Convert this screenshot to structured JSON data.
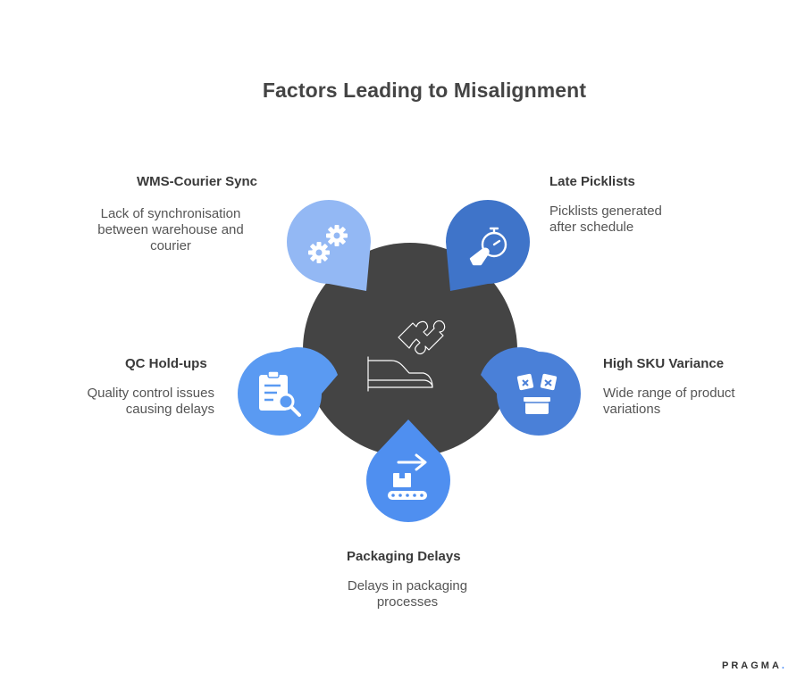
{
  "title": "Factors Leading to Misalignment",
  "factors": [
    {
      "heading": "WMS-Courier Sync",
      "description": "Lack of synchronisation between warehouse and courier",
      "icon": "gears-icon",
      "color": "#93b8f4"
    },
    {
      "heading": "Late Picklists",
      "description": "Picklists generated after schedule",
      "icon": "stopwatch-hand-icon",
      "color": "#3f74c9"
    },
    {
      "heading": "High SKU Variance",
      "description": "Wide range of product variations",
      "icon": "product-variants-icon",
      "color": "#4a80d8"
    },
    {
      "heading": "Packaging Delays",
      "description": "Delays in packaging processes",
      "icon": "conveyor-package-icon",
      "color": "#4f8ff0"
    },
    {
      "heading": "QC Hold-ups",
      "description": "Quality control issues causing delays",
      "icon": "clipboard-search-icon",
      "color": "#5a9af2"
    }
  ],
  "center": {
    "icon": "puzzle-hand-icon",
    "color": "#444444"
  },
  "brand": {
    "name": "PRAGMA",
    "dot": "."
  }
}
